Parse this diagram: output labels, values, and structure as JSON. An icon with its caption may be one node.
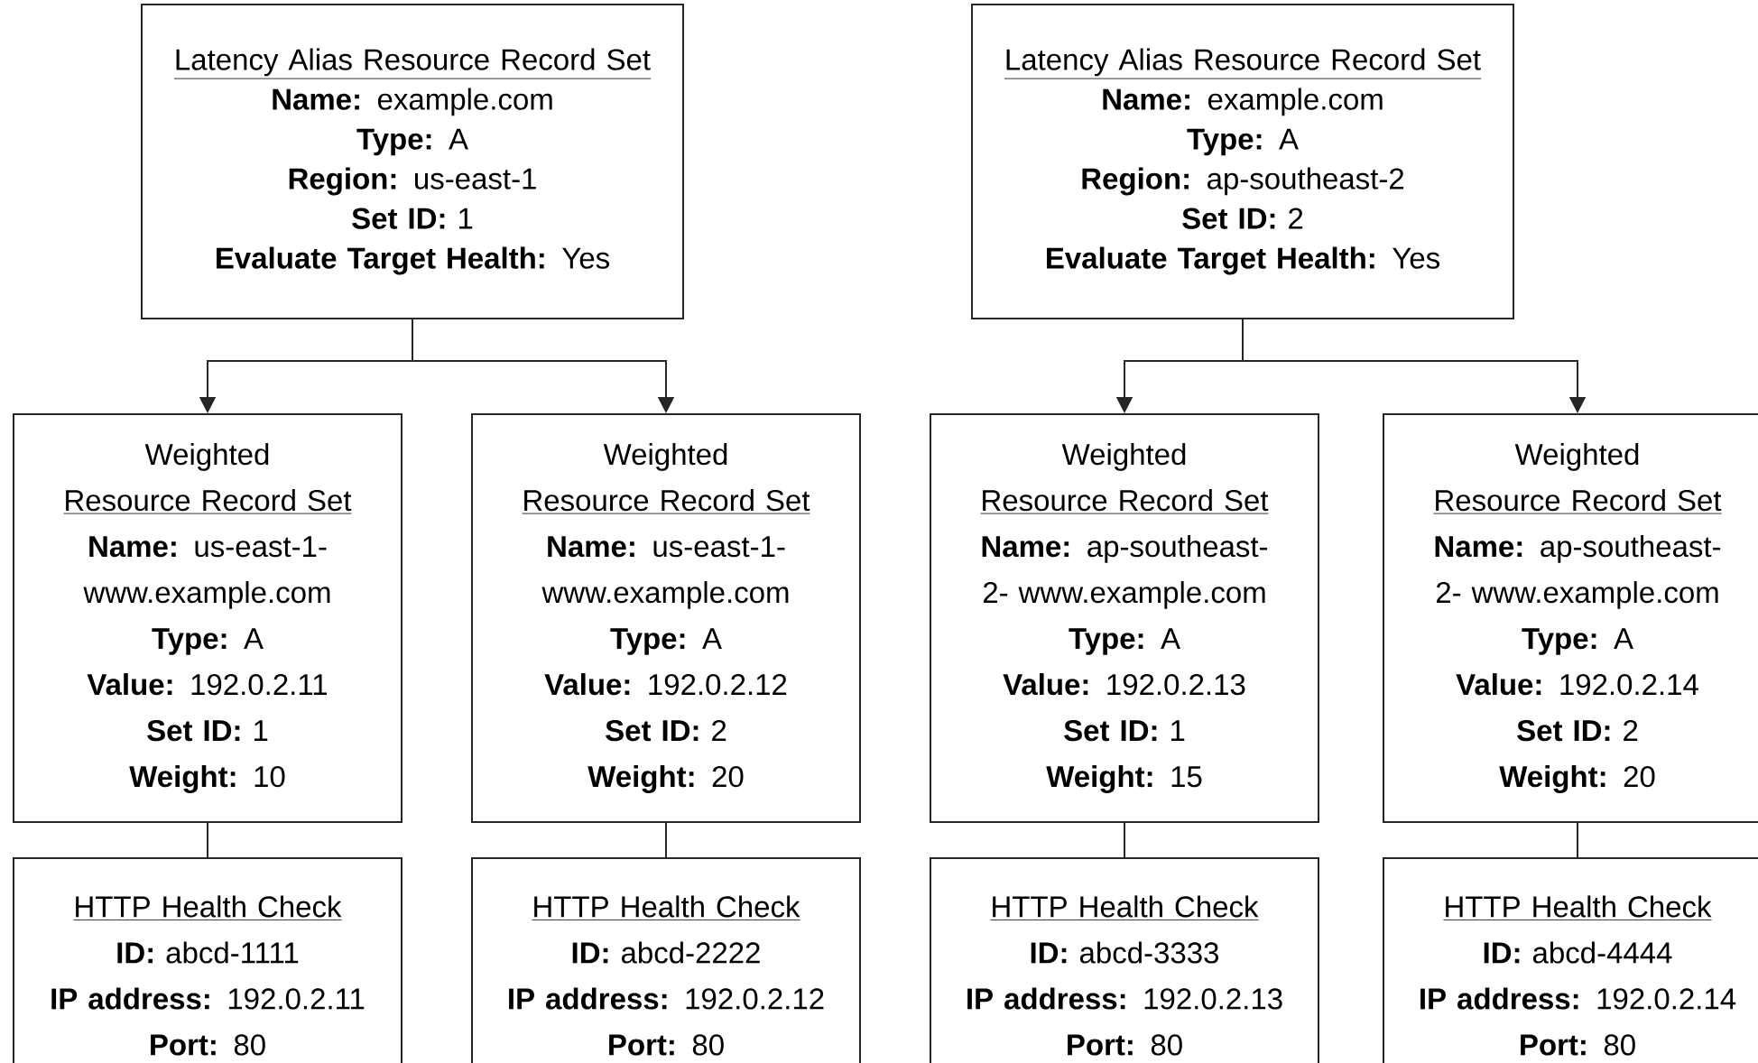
{
  "diagram": {
    "nodes": [
      {
        "text": [
          "Latency Alias Resource Record Set",
          "**Name:** example.com",
          "**Type:** A",
          "**Region:** us-east-1",
          "**Set ID:** 1",
          "**Evaluate Target Health:** Yes"
        ]
      },
      {
        "text": [
          "Latency Alias Resource Record Set",
          "**Name:** example.com",
          "**Type:** A",
          "**Region:** ap-southeast-2",
          "**Set ID:** 2",
          "**Evaluate Target Health:** Yes"
        ]
      },
      {
        "text": [
          "Weighted",
          "Resource Record Set",
          "**Name:** us-east-1- www.example.com",
          "**Type:** A",
          "**Value:** 192.0.2.11",
          "**Set ID:** 1",
          "**Weight:** 10"
        ]
      },
      {
        "text": [
          "Weighted",
          "Resource Record Set",
          "**Name:** us-east-1- www.example.com",
          "**Type:** A",
          "**Value:** 192.0.2.12",
          "**Set ID:** 2",
          "**Weight:** 20"
        ]
      },
      {
        "text": [
          "Weighted",
          "Resource Record Set",
          "**Name:** ap-southeast-2- www.example.com",
          "**Type:** A",
          "**Value:** 192.0.2.13",
          "**Set ID:** 1",
          "**Weight:** 15"
        ]
      },
      {
        "text": [
          "Weighted",
          "Resource Record Set",
          "**Name:** ap-southeast-2- www.example.com",
          "**Type:** A",
          "**Value:** 192.0.2.14",
          "**Set ID:** 2",
          "**Weight:** 20"
        ]
      },
      {
        "text": [
          "HTTP Health Check",
          "**ID:** abcd-1111",
          "**IP address:** 192.0.2.11",
          "**Port:** 80"
        ]
      },
      {
        "text": [
          "HTTP Health Check",
          "**ID:** abcd-2222",
          "**IP address:** 192.0.2.12",
          "**Port:** 80"
        ]
      },
      {
        "text": [
          "HTTP Health Check",
          "**ID:** abcd-3333",
          "**IP address:** 192.0.2.13",
          "**Port:** 80"
        ]
      },
      {
        "text": [
          "HTTP Health Check",
          "**ID:** abcd-4444",
          "**IP address:** 192.0.2.14",
          "**Port:** 80"
        ]
      }
    ],
    "edges": [
      {
        "from": 0,
        "to": 2,
        "arrow": "to"
      },
      {
        "from": 0,
        "to": 3,
        "arrow": "to"
      },
      {
        "from": 1,
        "to": 4,
        "arrow": "to"
      },
      {
        "from": 1,
        "to": 5,
        "arrow": "to"
      },
      {
        "from": 2,
        "to": 6,
        "arrow": "none"
      },
      {
        "from": 3,
        "to": 7,
        "arrow": "none"
      },
      {
        "from": 4,
        "to": 8,
        "arrow": "none"
      },
      {
        "from": 5,
        "to": 9,
        "arrow": "none"
      }
    ]
  }
}
